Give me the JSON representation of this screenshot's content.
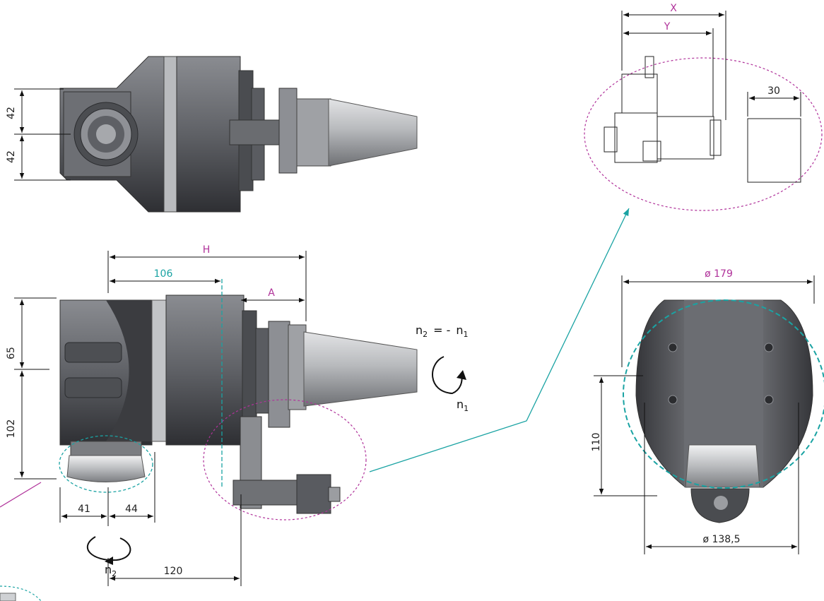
{
  "colors": {
    "dimension_line": "#111111",
    "accent_pink": "#b0329a",
    "accent_teal": "#1aa3a3",
    "metal_dark": "#4a4c50",
    "metal_mid": "#7d7f84",
    "metal_light": "#c9cbce"
  },
  "top_view": {
    "dim_upper": "42",
    "dim_lower": "42"
  },
  "side_view": {
    "dim_H": "H",
    "dim_106": "106",
    "dim_A": "A",
    "dim_65": "65",
    "dim_102": "102",
    "dim_41": "41",
    "dim_44": "44",
    "dim_120": "120"
  },
  "rotation": {
    "formula_n2": "n",
    "formula_n2_sub": "2",
    "formula_mid": "= -",
    "formula_n1": "n",
    "formula_n1_sub": "1",
    "n1_label": "n",
    "n1_sub": "1",
    "n2_label": "n",
    "n2_sub": "2"
  },
  "detail": {
    "dim_X": "X",
    "dim_Y": "Y",
    "dim_30": "30"
  },
  "front_view": {
    "dim_d179": "ø 179",
    "dim_110": "110",
    "dim_d138": "ø 138,5"
  }
}
